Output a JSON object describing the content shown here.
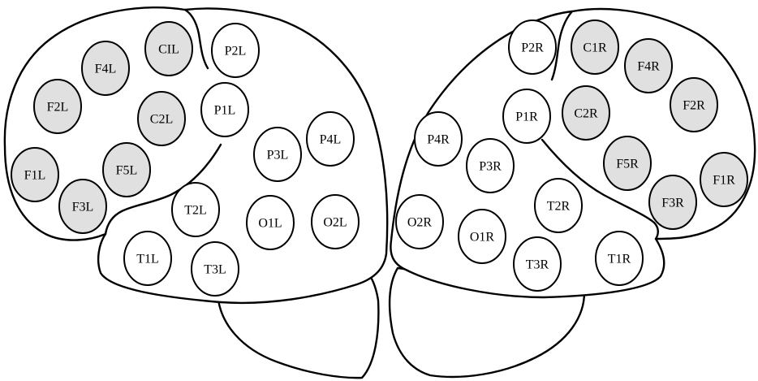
{
  "colors": {
    "highlighted_fill": "#e0e0e0",
    "normal_fill": "#ffffff",
    "stroke": "#000000"
  },
  "left_hemisphere": {
    "electrodes": [
      {
        "id": "cil",
        "label": "CIL",
        "highlighted": true
      },
      {
        "id": "p2l",
        "label": "P2L",
        "highlighted": false
      },
      {
        "id": "f4l",
        "label": "F4L",
        "highlighted": true
      },
      {
        "id": "f2l",
        "label": "F2L",
        "highlighted": true
      },
      {
        "id": "p1l",
        "label": "P1L",
        "highlighted": false
      },
      {
        "id": "c2l",
        "label": "C2L",
        "highlighted": true
      },
      {
        "id": "p4l",
        "label": "P4L",
        "highlighted": false
      },
      {
        "id": "p3l",
        "label": "P3L",
        "highlighted": false
      },
      {
        "id": "f1l",
        "label": "F1L",
        "highlighted": true
      },
      {
        "id": "f5l",
        "label": "F5L",
        "highlighted": true
      },
      {
        "id": "f3l",
        "label": "F3L",
        "highlighted": true
      },
      {
        "id": "t2l",
        "label": "T2L",
        "highlighted": false
      },
      {
        "id": "o1l",
        "label": "O1L",
        "highlighted": false
      },
      {
        "id": "o2l",
        "label": "O2L",
        "highlighted": false
      },
      {
        "id": "t1l",
        "label": "T1L",
        "highlighted": false
      },
      {
        "id": "t3l",
        "label": "T3L",
        "highlighted": false
      }
    ]
  },
  "right_hemisphere": {
    "electrodes": [
      {
        "id": "p2r",
        "label": "P2R",
        "highlighted": false
      },
      {
        "id": "c1r",
        "label": "C1R",
        "highlighted": true
      },
      {
        "id": "f4r",
        "label": "F4R",
        "highlighted": true
      },
      {
        "id": "c2r",
        "label": "C2R",
        "highlighted": true
      },
      {
        "id": "f2r",
        "label": "F2R",
        "highlighted": true
      },
      {
        "id": "p1r",
        "label": "P1R",
        "highlighted": false
      },
      {
        "id": "p4r",
        "label": "P4R",
        "highlighted": false
      },
      {
        "id": "p3r",
        "label": "P3R",
        "highlighted": false
      },
      {
        "id": "f5r",
        "label": "F5R",
        "highlighted": true
      },
      {
        "id": "f1r",
        "label": "F1R",
        "highlighted": true
      },
      {
        "id": "t2r",
        "label": "T2R",
        "highlighted": false
      },
      {
        "id": "f3r",
        "label": "F3R",
        "highlighted": true
      },
      {
        "id": "o2r",
        "label": "O2R",
        "highlighted": false
      },
      {
        "id": "o1r",
        "label": "O1R",
        "highlighted": false
      },
      {
        "id": "t1r",
        "label": "T1R",
        "highlighted": false
      },
      {
        "id": "t3r",
        "label": "T3R",
        "highlighted": false
      }
    ]
  }
}
